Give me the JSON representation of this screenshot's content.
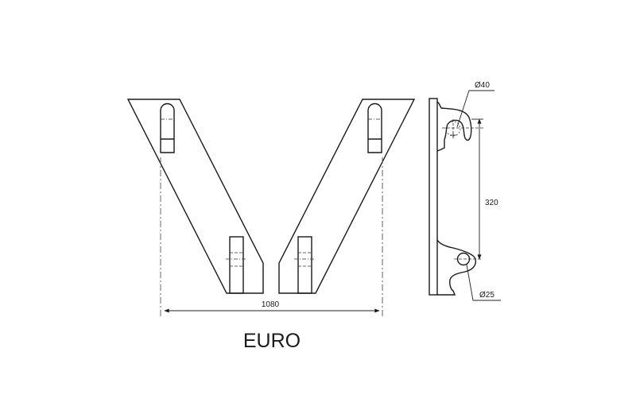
{
  "drawing": {
    "title": "EURO",
    "dimensions": {
      "width": "1080",
      "hole_spacing": "320",
      "top_hole_diameter": "Ø40",
      "bottom_hole_diameter": "Ø25"
    },
    "views": [
      "left-bracket-front",
      "right-bracket-front",
      "side-profile"
    ],
    "colors": {
      "background": "#ffffff",
      "line": "#1a1a1a"
    }
  }
}
